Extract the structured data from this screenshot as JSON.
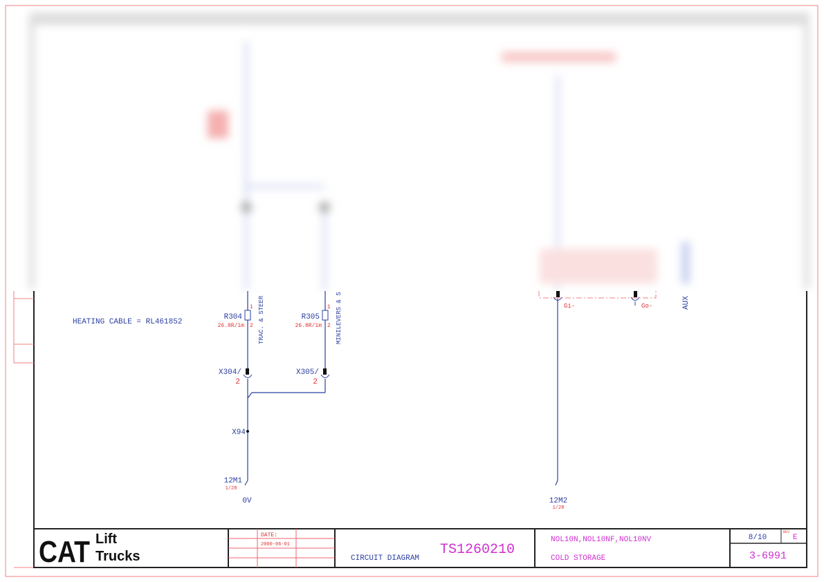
{
  "diagram": {
    "heating_cable": "HEATING CABLE = RL461852",
    "r304": {
      "name": "R304",
      "value": "26.8R/1m",
      "pin1": "1",
      "pin2": "2",
      "label": "TRAC. & STEER"
    },
    "r305": {
      "name": "R305",
      "value": "26.8R/1m",
      "pin1": "1",
      "pin2": "2",
      "label": "MINILEVERS & S"
    },
    "x304": {
      "name": "X304/",
      "pin": "2"
    },
    "x305": {
      "name": "X305/",
      "pin": "2"
    },
    "x94": "X94",
    "m1": {
      "name": "12M1",
      "ref": "1/28",
      "net": "0V"
    },
    "m2": {
      "name": "12M2",
      "ref": "1/28"
    },
    "gi": "Gi-",
    "go": "Go-",
    "aux": "AUX"
  },
  "title_block": {
    "logo_text": "CAT Lift Trucks",
    "logo_cat": "CAT",
    "logo_lift": "Lift",
    "logo_trucks": "Trucks",
    "date_label": "DATE:",
    "date_value": "2000-06-01",
    "doc_type": "CIRCUIT DIAGRAM",
    "doc_number": "TS1260210",
    "models": "NOL10N,NOL10NF,NOL10NV",
    "variant": "COLD STORAGE",
    "sheet": "8/10",
    "rev_label": "REV",
    "rev": "E",
    "drawing_no": "3-6991"
  },
  "colors": {
    "wire": "#2b3fa0",
    "annotation": "#e03030",
    "title": "#d030d0"
  }
}
